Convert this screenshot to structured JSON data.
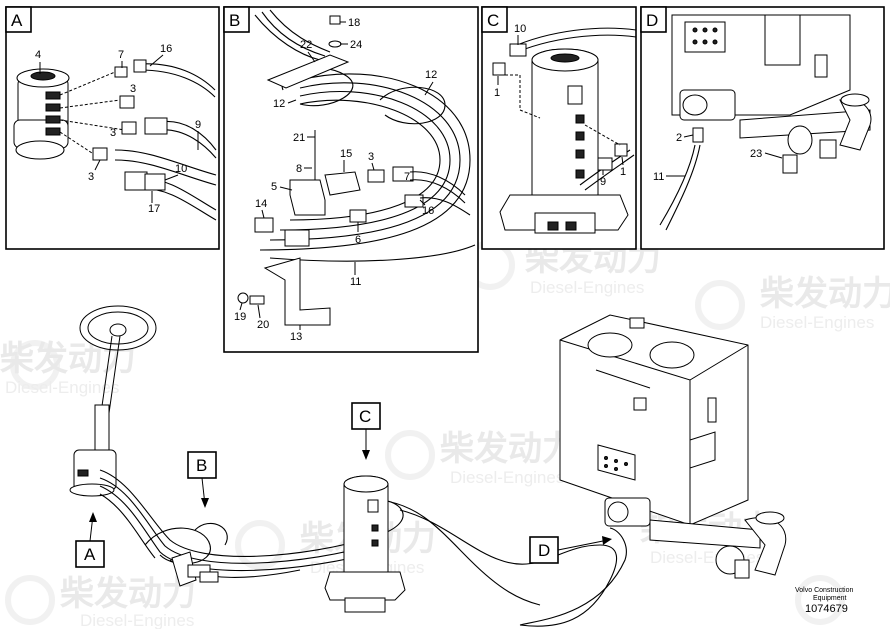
{
  "watermark": {
    "brand_cn": "柴发动力",
    "brand_en": "Diesel-Engines"
  },
  "panels": {
    "A": {
      "title": "A",
      "callouts": [
        "4",
        "7",
        "16",
        "3",
        "3",
        "9",
        "3",
        "10",
        "17"
      ]
    },
    "B": {
      "title": "B",
      "callouts": [
        "18",
        "22",
        "24",
        "12",
        "12",
        "21",
        "15",
        "3",
        "8",
        "5",
        "14",
        "7",
        "16",
        "6",
        "11",
        "19",
        "20",
        "13"
      ]
    },
    "C": {
      "title": "C",
      "callouts": [
        "10",
        "1",
        "9",
        "1"
      ]
    },
    "D": {
      "title": "D",
      "callouts": [
        "2",
        "23",
        "11"
      ]
    }
  },
  "main_view": {
    "markers": [
      "B",
      "C",
      "A",
      "D"
    ]
  },
  "footer": {
    "company_line1": "Volvo Construction",
    "company_line2": "Equipment",
    "part_number": "1074679"
  }
}
